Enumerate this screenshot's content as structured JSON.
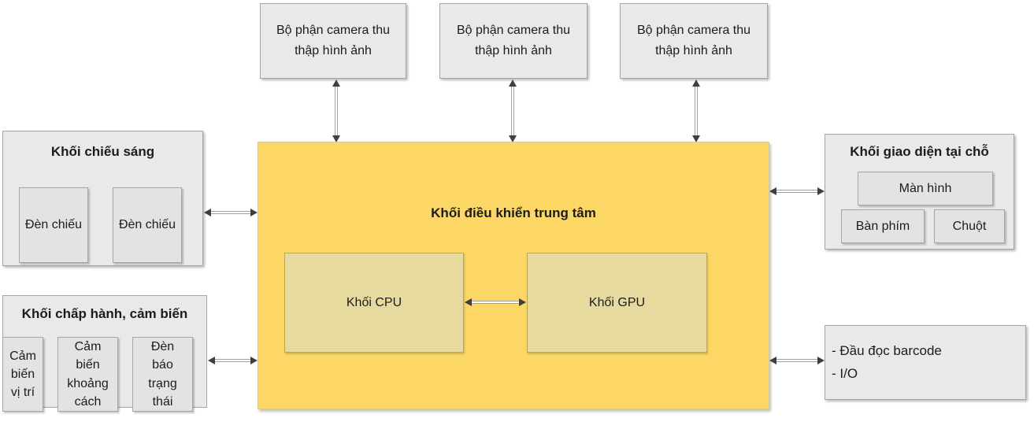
{
  "diagram": {
    "camera_units": [
      "Bộ phận camera thu thập hình ảnh",
      "Bộ phận camera thu thập hình ảnh",
      "Bộ phận camera thu thập hình ảnh"
    ],
    "lighting_block": {
      "title": "Khối chiếu sáng",
      "items": [
        "Đèn chiếu",
        "Đèn chiếu"
      ]
    },
    "actuator_block": {
      "title": "Khối chấp hành, cảm biến",
      "items": [
        "Cảm biến vị trí",
        "Cảm biến khoảng cách",
        "Đèn báo trạng thái"
      ]
    },
    "central_block": {
      "title": "Khối điều khiển trung tâm",
      "cpu_label": "Khối CPU",
      "gpu_label": "Khối GPU"
    },
    "interface_block": {
      "title": "Khối giao diện tại chỗ",
      "items": [
        "Màn hình",
        "Bàn phím",
        "Chuột"
      ]
    },
    "peripheral_block": {
      "lines": [
        "- Đầu đọc barcode",
        "- I/O"
      ]
    },
    "colors": {
      "central_fill": "#FCD765",
      "cpu_gpu_fill": "#E7DA9F",
      "block_fill": "#E9E9E9",
      "inner_fill": "#E3E3E3",
      "border_gray": "#A6A6A6",
      "arrow_head": "#3F3F3F"
    }
  }
}
